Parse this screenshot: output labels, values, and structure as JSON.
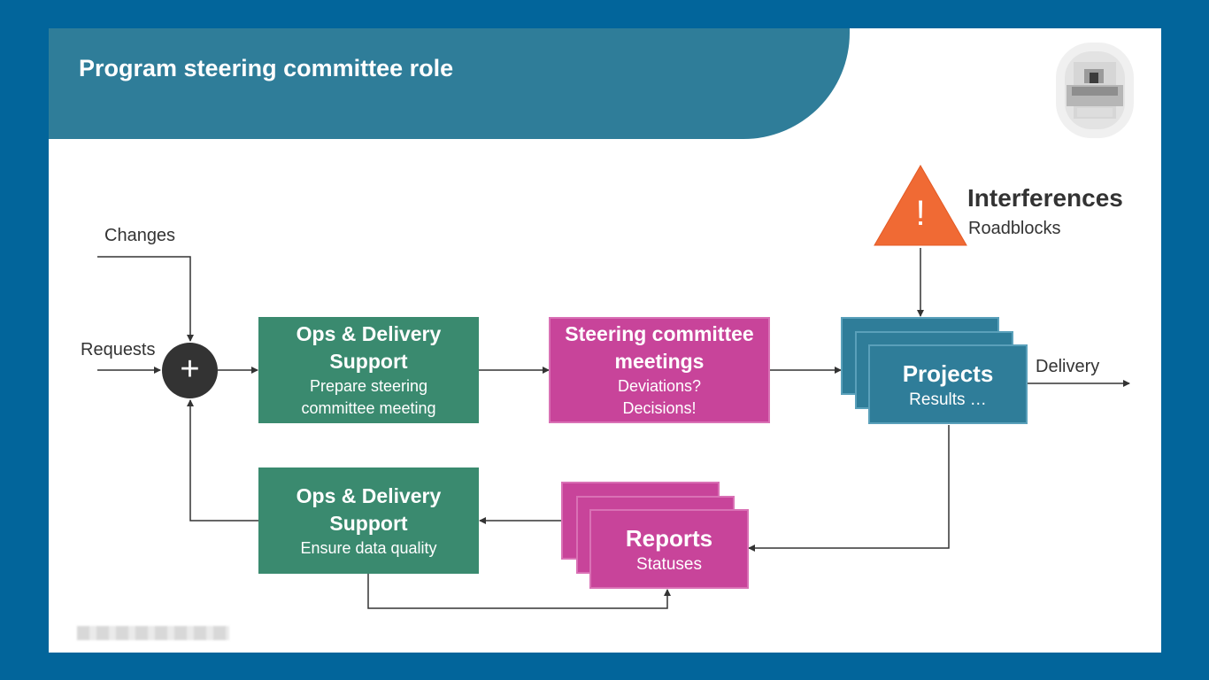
{
  "title": "Program steering committee role",
  "inputs": {
    "changes": "Changes",
    "requests": "Requests",
    "plus_symbol": "+"
  },
  "ops_prepare": {
    "title_line1": "Ops & Delivery",
    "title_line2": "Support",
    "sub_line1": "Prepare steering",
    "sub_line2": "committee meeting"
  },
  "steering": {
    "title_line1": "Steering committee",
    "title_line2": "meetings",
    "sub_line1": "Deviations?",
    "sub_line2": "Decisions!"
  },
  "projects": {
    "title": "Projects",
    "sub": "Results …"
  },
  "delivery": "Delivery",
  "interferences": {
    "title": "Interferences",
    "sub": "Roadblocks",
    "icon_symbol": "!"
  },
  "ops_quality": {
    "title_line1": "Ops & Delivery",
    "title_line2": "Support",
    "sub": "Ensure data quality"
  },
  "reports": {
    "title": "Reports",
    "sub": "Statuses"
  },
  "colors": {
    "frame": "#02659b",
    "header": "#2f7d99",
    "green": "#3a8a6f",
    "pink": "#c8449a",
    "teal": "#2f7d99",
    "warning": "#f06a34"
  }
}
